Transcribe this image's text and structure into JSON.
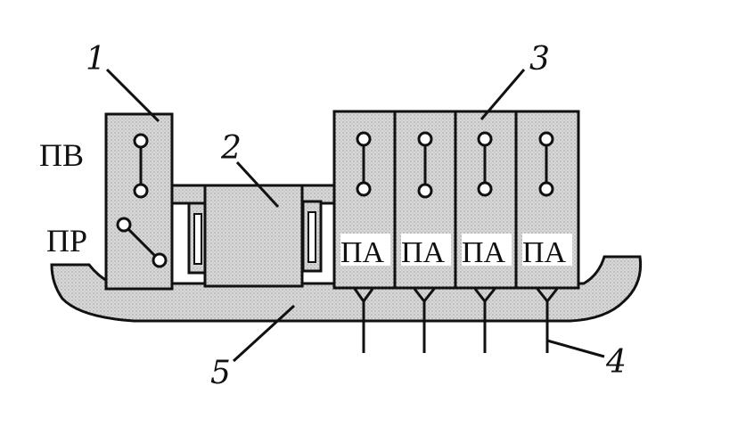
{
  "colors": {
    "fill": "#d9d9d9",
    "stroke": "#111111",
    "background": "#ffffff"
  },
  "labels": {
    "n1": "1",
    "n2": "2",
    "n3": "3",
    "n4": "4",
    "n5": "5",
    "pv": "ПВ",
    "pr": "ПР",
    "pa": [
      "ПА",
      "ПА",
      "ПА",
      "ПА"
    ]
  }
}
